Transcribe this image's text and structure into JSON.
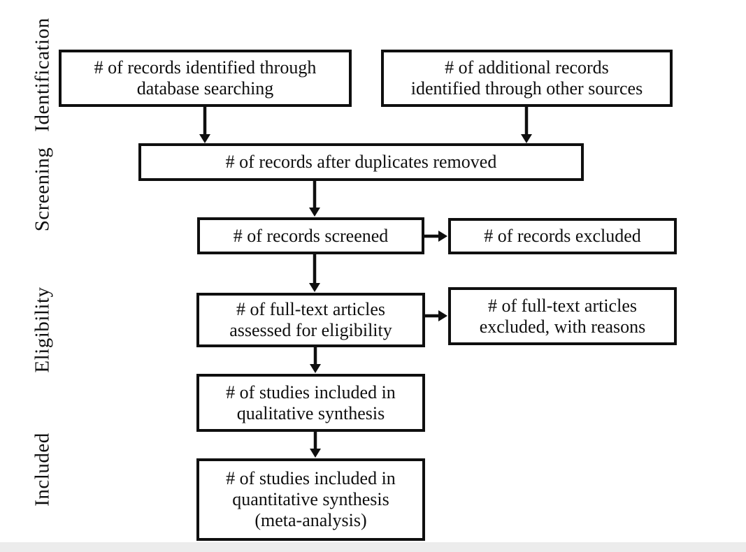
{
  "stages": [
    {
      "id": "identification",
      "label": "Identification"
    },
    {
      "id": "screening",
      "label": "Screening"
    },
    {
      "id": "eligibility",
      "label": "Eligibility"
    },
    {
      "id": "included",
      "label": "Included"
    }
  ],
  "boxes": {
    "records_identified_database": {
      "lines": [
        "# of records identified through",
        "database searching"
      ]
    },
    "records_identified_other": {
      "lines": [
        "# of additional records",
        "identified through other sources"
      ]
    },
    "records_after_duplicates": {
      "lines": [
        "# of records after duplicates removed"
      ]
    },
    "records_screened": {
      "lines": [
        "# of records screened"
      ]
    },
    "records_excluded": {
      "lines": [
        "# of records excluded"
      ]
    },
    "fulltext_assessed": {
      "lines": [
        "# of full-text articles",
        "assessed for eligibility"
      ]
    },
    "fulltext_excluded": {
      "lines": [
        "# of full-text articles",
        "excluded, with reasons"
      ]
    },
    "qualitative_synthesis": {
      "lines": [
        "# of studies included in",
        "qualitative synthesis"
      ]
    },
    "quantitative_synthesis": {
      "lines": [
        "# of studies included in",
        "quantitative synthesis",
        "(meta-analysis)"
      ]
    }
  },
  "colors": {
    "ink": "#0f0f0f",
    "background": "#ffffff"
  }
}
